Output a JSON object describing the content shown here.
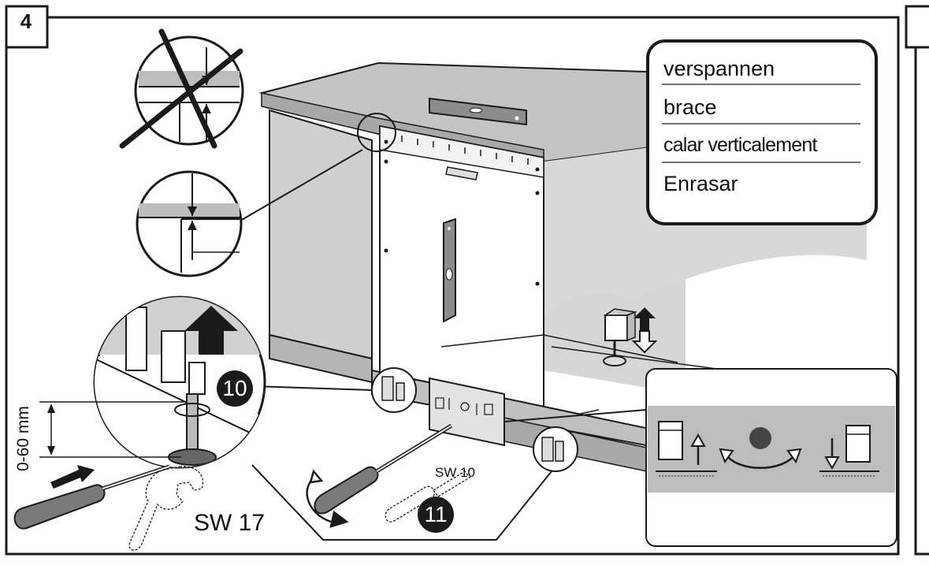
{
  "panel": {
    "step_number": "4"
  },
  "terms": {
    "items": [
      "verspannen",
      "brace",
      "calar verticalement",
      "Enrasar"
    ]
  },
  "callouts": {
    "step_a": "10",
    "step_b": "11"
  },
  "tools": {
    "wrench_size": "SW 17",
    "screwdriver_size": "SW 10"
  },
  "dimension": {
    "range_label": "0-60 mm"
  },
  "icons": [
    "level-icon",
    "foot-adjust-icon",
    "up-arrow-icon",
    "down-arrow-icon",
    "rotate-arrow-icon",
    "screwdriver-icon",
    "wrench-icon",
    "not-allowed-cross-icon"
  ],
  "colors": {
    "line": "#1a1a1a",
    "cabinet_gray": "#c9c9c9",
    "countertop_gray": "#b8b8b8",
    "label_plate_gray": "#bdbdbd",
    "badge_fill": "#1b1b1b"
  }
}
